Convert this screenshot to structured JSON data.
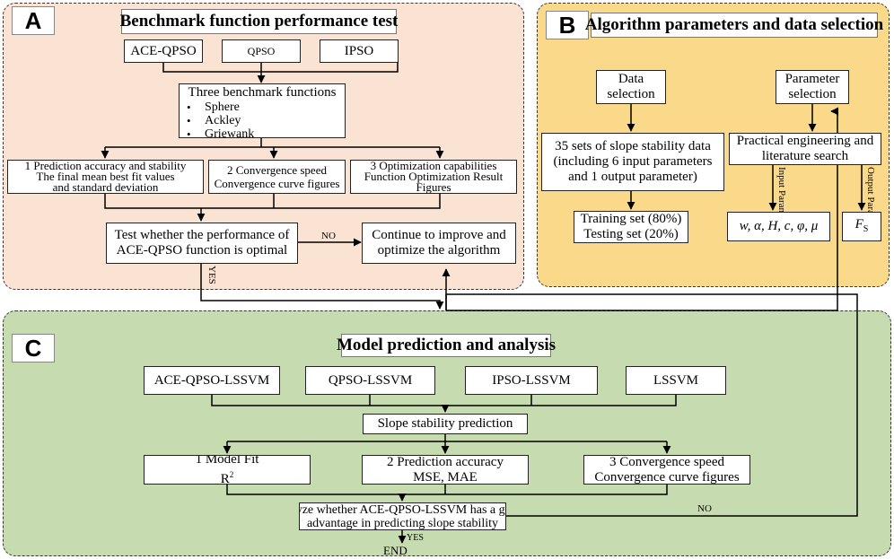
{
  "panel_a": {
    "badge": "A",
    "title": "Benchmark function performance test",
    "algorithms": [
      "ACE-QPSO",
      "QPSO",
      "IPSO"
    ],
    "benchmark": {
      "heading": "Three benchmark functions",
      "items": [
        "Sphere",
        "Ackley",
        "Griewank"
      ]
    },
    "metrics": [
      {
        "line1": "1 Prediction accuracy and stability",
        "line2": "The final mean best fit values",
        "line3": "and standard deviation"
      },
      {
        "line1": "2 Convergence speed",
        "line2": "Convergence curve figures"
      },
      {
        "line1": "3 Optimization capabilities",
        "line2": "Function Optimization Result",
        "line3": "Figures"
      }
    ],
    "test": {
      "line1": "Test whether the performance of",
      "line2": "ACE-QPSO function is optimal"
    },
    "improve": {
      "line1": "Continue to improve and",
      "line2": "optimize the algorithm"
    },
    "no_label": "NO",
    "yes_label": "YES"
  },
  "panel_b": {
    "badge": "B",
    "title": "Algorithm parameters and data selection",
    "data_selection": {
      "line1": "Data",
      "line2": "selection"
    },
    "parameter_selection": {
      "line1": "Parameter",
      "line2": "selection"
    },
    "slope_data": {
      "line1": "35 sets of slope stability data",
      "line2": "(including 6 input parameters",
      "line3": "and 1 output parameter)"
    },
    "engineering": {
      "line1": "Practical engineering and",
      "line2": "literature search"
    },
    "sets": {
      "line1": "Training set (80%)",
      "line2": "Testing set (20%)"
    },
    "input_label": {
      "line1": "Input",
      "line2": "Parameters"
    },
    "output_label": {
      "line1": "Output",
      "line2": "Parameter"
    },
    "inputs": "w, α, H, c, φ, μ",
    "output_symbol": "F",
    "output_subscript": "S"
  },
  "panel_c": {
    "badge": "C",
    "title": "Model prediction and analysis",
    "models": [
      "ACE-QPSO-LSSVM",
      "QPSO-LSSVM",
      "IPSO-LSSVM",
      "LSSVM"
    ],
    "prediction": "Slope stability prediction",
    "metrics": [
      {
        "line1": "1 Model Fit",
        "line2": "R",
        "sup": "2"
      },
      {
        "line1": "2 Prediction accuracy",
        "line2": "MSE, MAE"
      },
      {
        "line1": "3 Convergence speed",
        "line2": "Convergence curve figures"
      }
    ],
    "analyze": {
      "line1": "Analyze whether ACE-QPSO-LSSVM has a greater",
      "line2": "advantage in predicting slope stability"
    },
    "no_label": "NO",
    "yes_label": "YES",
    "end": "END"
  }
}
